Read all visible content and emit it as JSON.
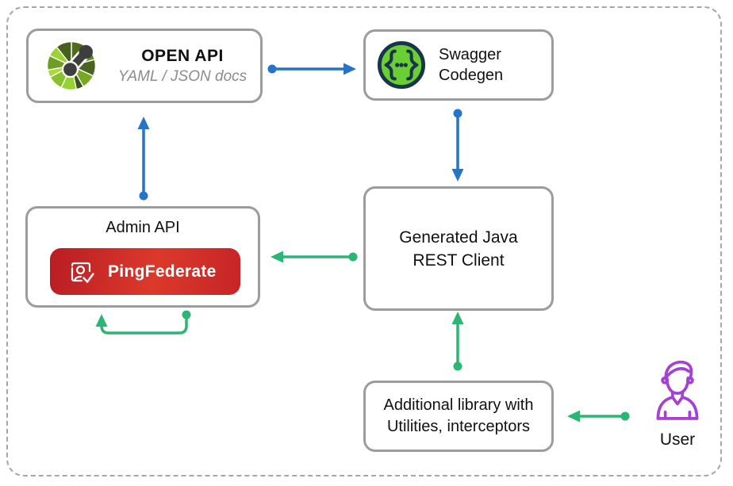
{
  "boxes": {
    "openapi": {
      "title": "OPEN API",
      "subtitle": "YAML / JSON docs"
    },
    "swagger": {
      "line1": "Swagger",
      "line2": "Codegen"
    },
    "admin": {
      "title": "Admin API",
      "brand_primary": "Ping",
      "brand_secondary": "Federate"
    },
    "java_client": {
      "line1": "Generated Java",
      "line2": "REST Client"
    },
    "library": {
      "line1": "Additional library with",
      "line2": "Utilities, interceptors"
    },
    "user": {
      "label": "User"
    }
  },
  "icons": {
    "openapi_logo": "openapi-pinwheel-icon",
    "swagger_logo": "swagger-braces-icon",
    "ping_logo": "pingfederate-id-card-icon",
    "user_icon": "user-person-outline-icon"
  },
  "arrows": [
    {
      "from": "openapi",
      "to": "swagger",
      "color": "#2474c9",
      "style": "dot-to-arrow"
    },
    {
      "from": "swagger",
      "to": "java_client",
      "color": "#2474c9",
      "style": "dot-to-arrow"
    },
    {
      "from": "admin",
      "to": "openapi",
      "color": "#2474c9",
      "style": "dot-to-arrow"
    },
    {
      "from": "java_client",
      "to": "admin",
      "color": "#2bb673",
      "style": "dot-to-arrow"
    },
    {
      "from": "admin",
      "to": "admin",
      "color": "#2bb673",
      "style": "self-loop"
    },
    {
      "from": "library",
      "to": "java_client",
      "color": "#2bb673",
      "style": "dot-to-arrow"
    },
    {
      "from": "user",
      "to": "library",
      "color": "#2bb673",
      "style": "dot-to-arrow"
    }
  ],
  "colors": {
    "arrow_blue": "#2474c9",
    "arrow_green": "#2bb673",
    "box_border": "#9c9c9c",
    "frame_dash": "#a6a6a6",
    "ping_red_dark": "#b81d24",
    "ping_red_bright": "#dc392b",
    "swagger_green": "#6bcf34",
    "swagger_navy": "#18364a",
    "user_purple": "#a440d2",
    "subtitle_gray": "#8c8c8c"
  }
}
